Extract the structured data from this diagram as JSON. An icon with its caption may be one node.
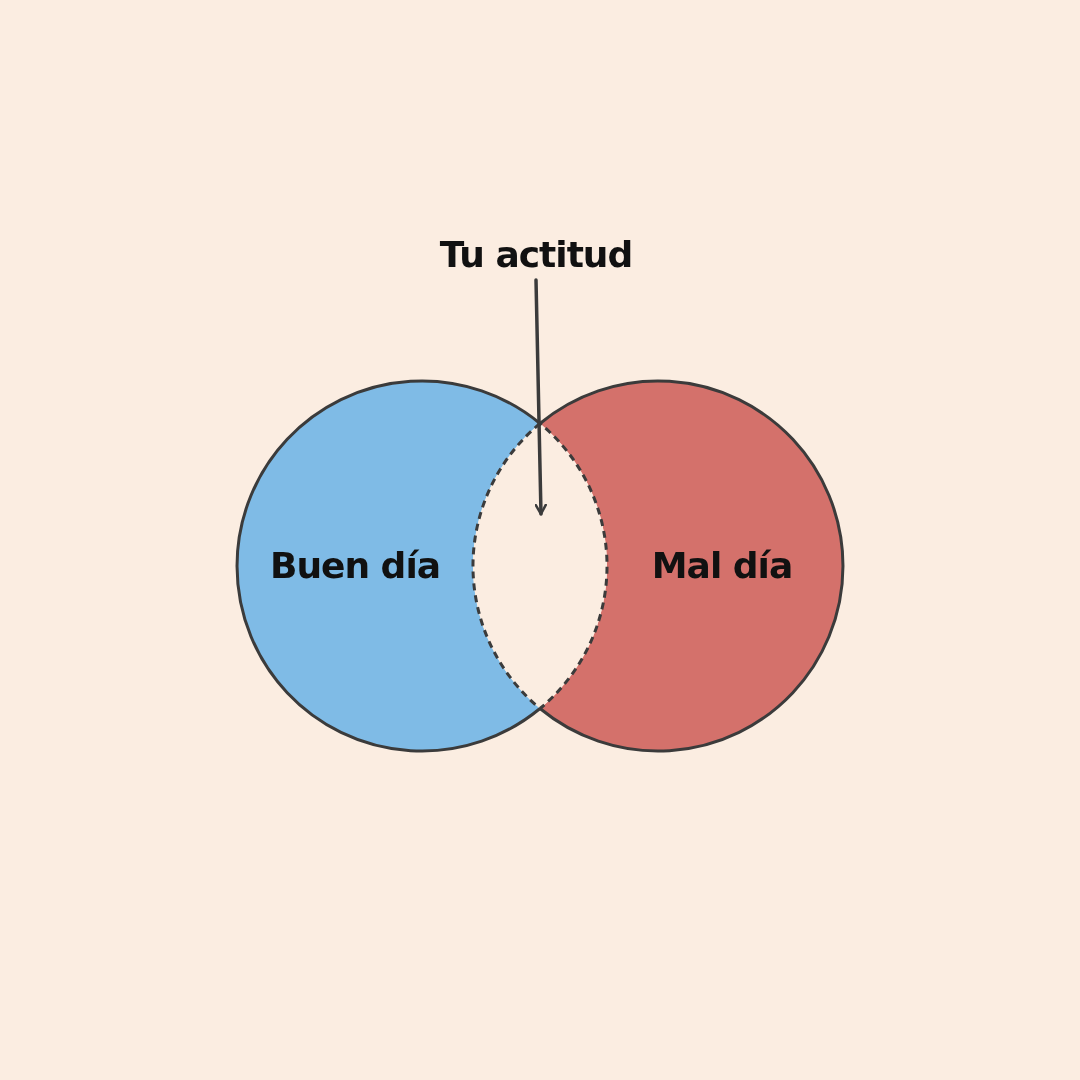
{
  "diagram": {
    "nodes": [
      {
        "text": [
          "Tu actitud"
        ]
      },
      {
        "text": [
          "Buen día"
        ]
      },
      {
        "text": [
          "Mal día"
        ]
      },
      {
        "text": [],
        "shape": "lens"
      }
    ],
    "edges": [
      {
        "from": 0,
        "to": 3,
        "arrow": "to"
      }
    ]
  }
}
